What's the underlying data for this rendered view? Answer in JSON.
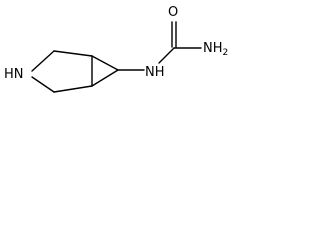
{
  "molecule": {
    "atoms": {
      "oxygen": "O",
      "amide_nitrogen": "NH",
      "amide_h2": "2",
      "ring_nitrogen": "HN",
      "linker_nitrogen": "NH"
    },
    "colors": {
      "bond": "#000000",
      "text": "#000000",
      "background": "#ffffff"
    }
  }
}
